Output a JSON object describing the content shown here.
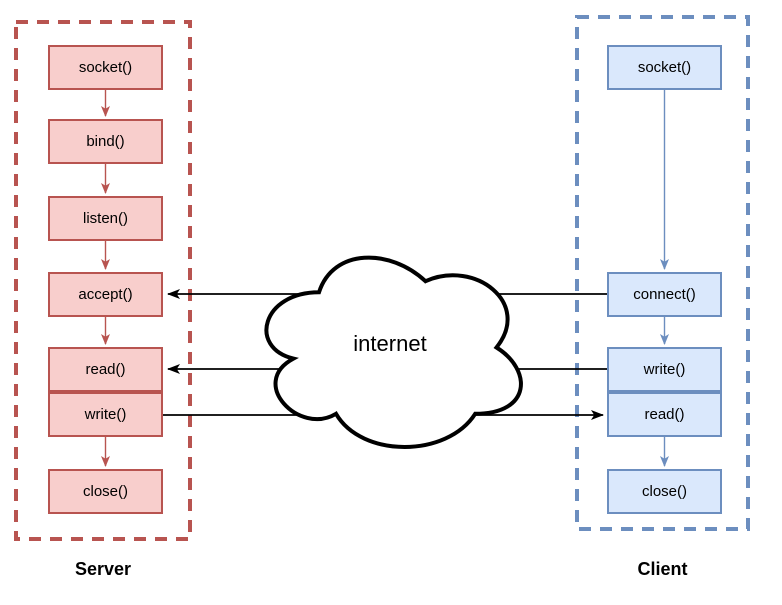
{
  "server": {
    "label": "Server",
    "boxes": [
      "socket()",
      "bind()",
      "listen()",
      "accept()",
      "read()",
      "write()",
      "close()"
    ],
    "colors": {
      "fill": "#f8cecc",
      "stroke": "#b85450"
    }
  },
  "client": {
    "label": "Client",
    "boxes": [
      "socket()",
      "connect()",
      "write()",
      "read()",
      "close()"
    ],
    "colors": {
      "fill": "#dae8fc",
      "stroke": "#6c8ebf"
    }
  },
  "cloud": {
    "label": "internet",
    "colors": {
      "fill": "#ffffff",
      "stroke": "#000000"
    }
  },
  "flows": {
    "server_sequence": [
      "socket()",
      "bind()",
      "listen()",
      "accept()",
      "read()",
      "write()",
      "close()"
    ],
    "client_sequence": [
      "socket()",
      "connect()",
      "write()",
      "read()",
      "close()"
    ],
    "cross_links": [
      {
        "from": "client connect()",
        "to": "server accept()",
        "direction": "left"
      },
      {
        "from": "client write()",
        "to": "server read()",
        "direction": "left"
      },
      {
        "from": "server write()",
        "to": "client read()",
        "direction": "right"
      }
    ],
    "link_color": "#000000"
  }
}
